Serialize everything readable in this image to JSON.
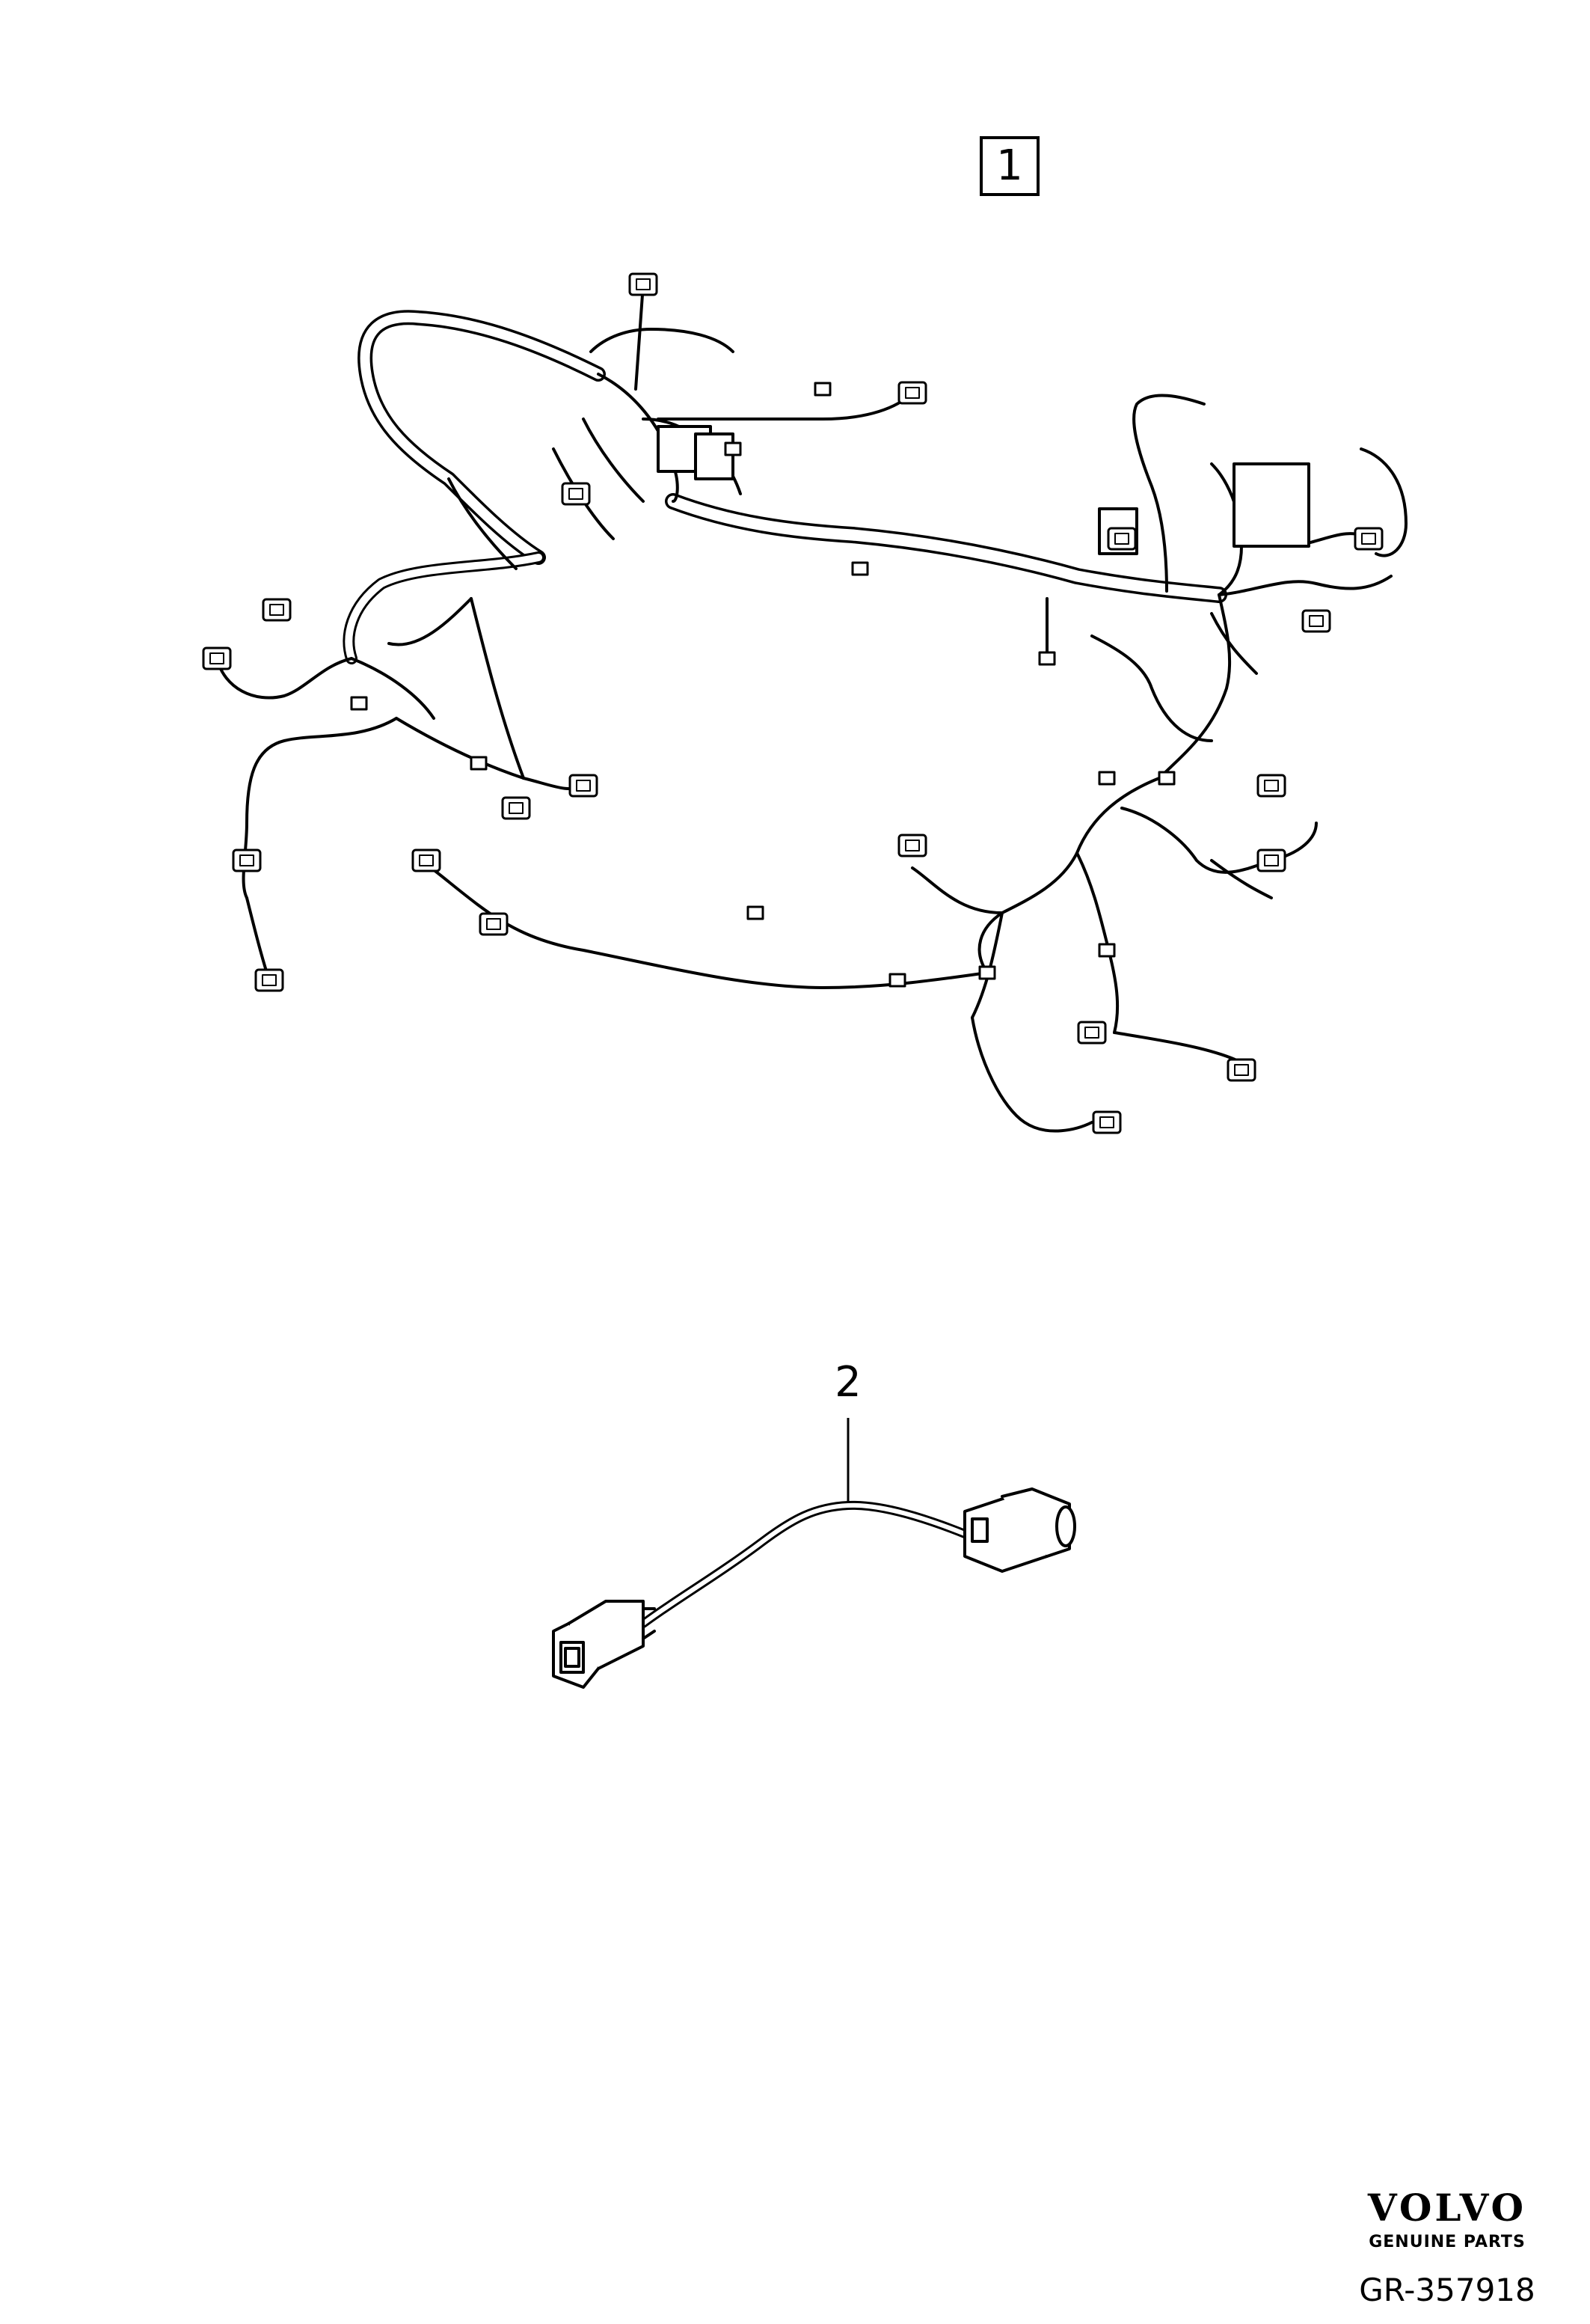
{
  "callouts": {
    "item_1": "1",
    "item_2": "2"
  },
  "brand": {
    "name": "VOLVO",
    "tagline": "GENUINE PARTS"
  },
  "figure_id": "GR-357918",
  "parts": [
    {
      "label": "1",
      "depiction": "wiring-harness",
      "boxed": true
    },
    {
      "label": "2",
      "depiction": "wire-with-connectors",
      "boxed": false
    }
  ],
  "colors": {
    "line": "#000000",
    "background": "#ffffff"
  }
}
